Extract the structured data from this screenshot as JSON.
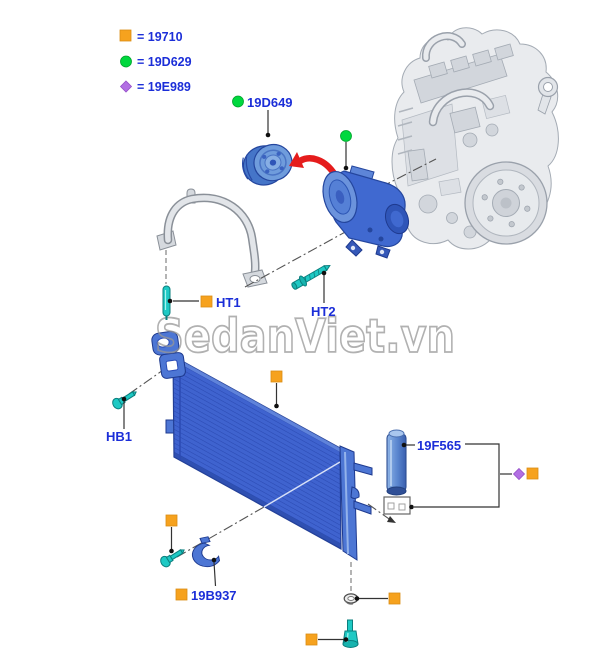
{
  "diagram": {
    "title_context": "AC compressor and condenser parts diagram",
    "legend": {
      "items": [
        {
          "symbol": "orange-square-icon",
          "color": "#F6A21E",
          "label": "= 19710"
        },
        {
          "symbol": "green-circle-icon",
          "color": "#00D83E",
          "label": "= 19D629"
        },
        {
          "symbol": "purple-diamond-icon",
          "color": "#B26FE3",
          "label": "= 19E989"
        }
      ]
    },
    "watermark": {
      "text": "SedanViet.vn"
    },
    "labels": {
      "pulley": "19D649",
      "ht1": "HT1",
      "ht2": "HT2",
      "hb1": "HB1",
      "clamp": "19B937",
      "drier": "19F565"
    },
    "colors": {
      "label_text": "#1B2ED8",
      "part_blue": "#4069D0",
      "fastener_teal": "#1EC9C4",
      "arrow_red": "#E51C1C",
      "engine_gray": "#E9EBEE",
      "watermark_gray": "#979797"
    }
  }
}
